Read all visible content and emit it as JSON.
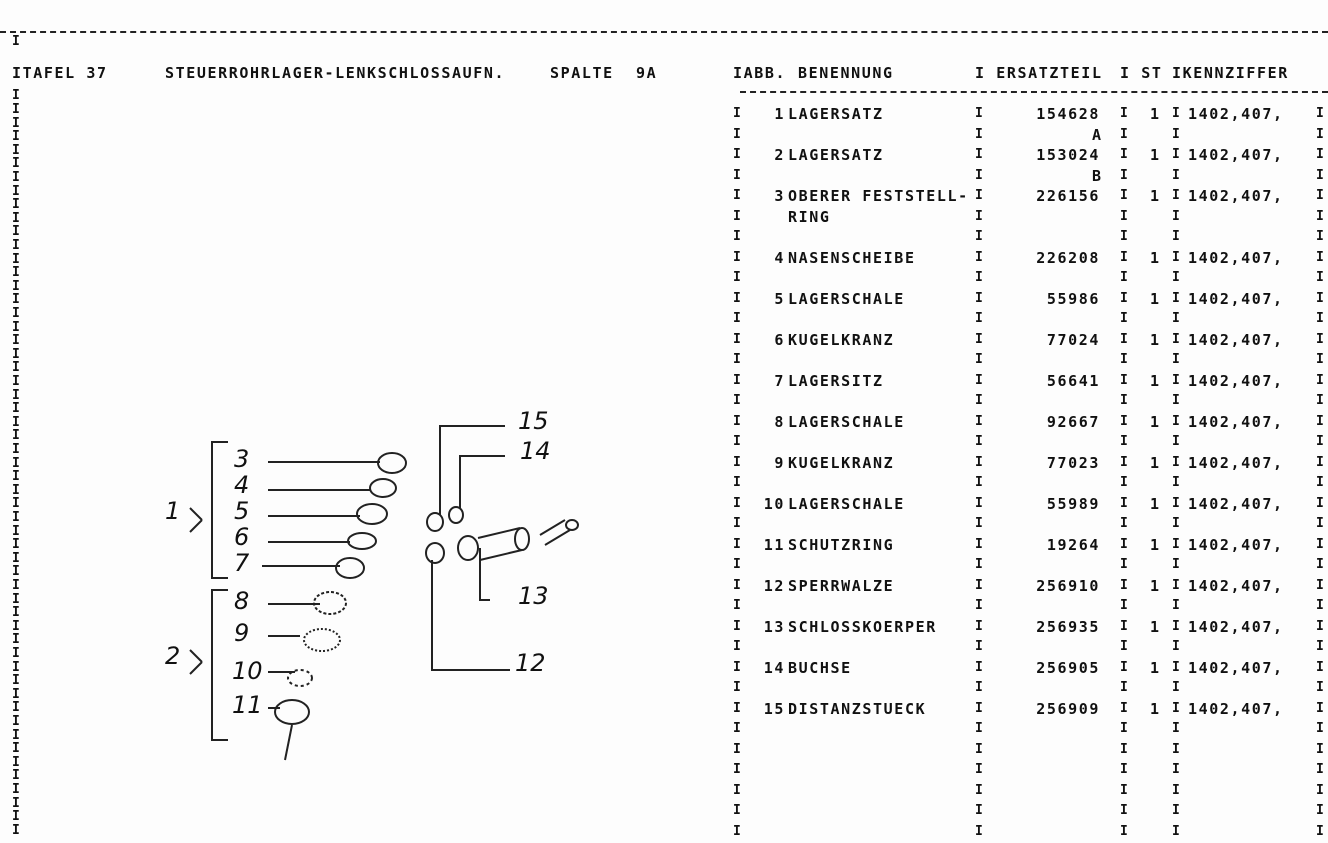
{
  "header": {
    "tafel": "ITAFEL 37",
    "title": "STEUERROHRLAGER-LENKSCHLOSSAUFN.",
    "spalte_label": "SPALTE",
    "spalte": "9A"
  },
  "table": {
    "headers": {
      "abb": "IABB.",
      "benennung": "BENENNUNG",
      "ersatzteil": "I ERSATZTEIL",
      "st": "I ST",
      "kennziffer": "IKENNZIFFER"
    },
    "rows": [
      {
        "abb": "1",
        "name": "LAGERSATZ",
        "part": "154628",
        "suffix": "A",
        "st": "1",
        "kz": "1402,407,"
      },
      {
        "abb": "2",
        "name": "LAGERSATZ",
        "part": "153024",
        "suffix": "B",
        "st": "1",
        "kz": "1402,407,"
      },
      {
        "abb": "3",
        "name": "OBERER FESTSTELL-",
        "name2": "RING",
        "part": "226156",
        "st": "1",
        "kz": "1402,407,"
      },
      {
        "abb": "4",
        "name": "NASENSCHEIBE",
        "part": "226208",
        "st": "1",
        "kz": "1402,407,"
      },
      {
        "abb": "5",
        "name": "LAGERSCHALE",
        "part": "55986",
        "st": "1",
        "kz": "1402,407,"
      },
      {
        "abb": "6",
        "name": "KUGELKRANZ",
        "part": "77024",
        "st": "1",
        "kz": "1402,407,"
      },
      {
        "abb": "7",
        "name": "LAGERSITZ",
        "part": "56641",
        "st": "1",
        "kz": "1402,407,"
      },
      {
        "abb": "8",
        "name": "LAGERSCHALE",
        "part": "92667",
        "st": "1",
        "kz": "1402,407,"
      },
      {
        "abb": "9",
        "name": "KUGELKRANZ",
        "part": "77023",
        "st": "1",
        "kz": "1402,407,"
      },
      {
        "abb": "10",
        "name": "LAGERSCHALE",
        "part": "55989",
        "st": "1",
        "kz": "1402,407,"
      },
      {
        "abb": "11",
        "name": "SCHUTZRING",
        "part": "19264",
        "st": "1",
        "kz": "1402,407,"
      },
      {
        "abb": "12",
        "name": "SPERRWALZE",
        "part": "256910",
        "st": "1",
        "kz": "1402,407,"
      },
      {
        "abb": "13",
        "name": "SCHLOSSKOERPER",
        "part": "256935",
        "st": "1",
        "kz": "1402,407,"
      },
      {
        "abb": "14",
        "name": "BUCHSE",
        "part": "256905",
        "st": "1",
        "kz": "1402,407,"
      },
      {
        "abb": "15",
        "name": "DISTANZSTUECK",
        "part": "256909",
        "st": "1",
        "kz": "1402,407,"
      }
    ]
  },
  "diagram": {
    "callouts": [
      "1",
      "2",
      "3",
      "4",
      "5",
      "6",
      "7",
      "8",
      "9",
      "10",
      "11",
      "12",
      "13",
      "14",
      "15"
    ]
  },
  "border_char": "I"
}
